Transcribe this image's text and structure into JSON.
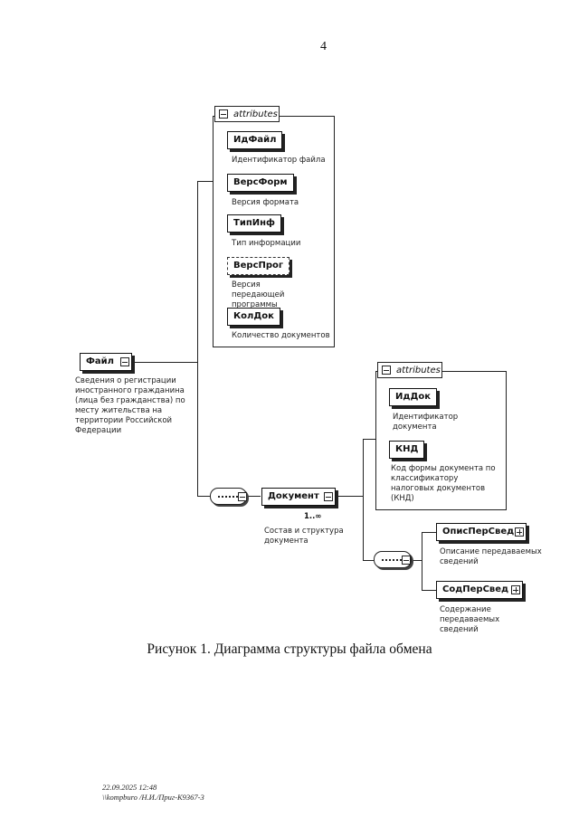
{
  "page_number": "4",
  "diagram": {
    "root": {
      "name": "Файл",
      "description": "Сведения о регистрации иностранного гражданина (лица без гражданства) по месту жительства на территории Российской Федерации"
    },
    "file_attributes": {
      "header": "attributes",
      "items": [
        {
          "name": "ИдФайл",
          "description": "Идентификатор файла",
          "optional": false
        },
        {
          "name": "ВерсФорм",
          "description": "Версия формата",
          "optional": false
        },
        {
          "name": "ТипИнф",
          "description": "Тип информации",
          "optional": false
        },
        {
          "name": "ВерсПрог",
          "description": "Версия передающей программы",
          "optional": true
        },
        {
          "name": "КолДок",
          "description": "Количество документов",
          "optional": false
        }
      ]
    },
    "document": {
      "name": "Документ",
      "multiplicity": "1..∞",
      "description": "Состав и структура документа"
    },
    "document_attributes": {
      "header": "attributes",
      "items": [
        {
          "name": "ИдДок",
          "description": "Идентификатор документа"
        },
        {
          "name": "КНД",
          "description": "Код формы документа по классификатору налоговых документов (КНД)"
        }
      ]
    },
    "document_children": [
      {
        "name": "ОписПерСвед",
        "description": "Описание передаваемых сведений"
      },
      {
        "name": "СодПерСвед",
        "description": "Содержание передаваемых сведений"
      }
    ]
  },
  "caption": "Рисунок 1. Диаграмма структуры файла обмена",
  "footer": {
    "line1": "22.09.2025 12:48",
    "line2": "\\\\kompburo /Н.И./Приг-К9367-3"
  }
}
